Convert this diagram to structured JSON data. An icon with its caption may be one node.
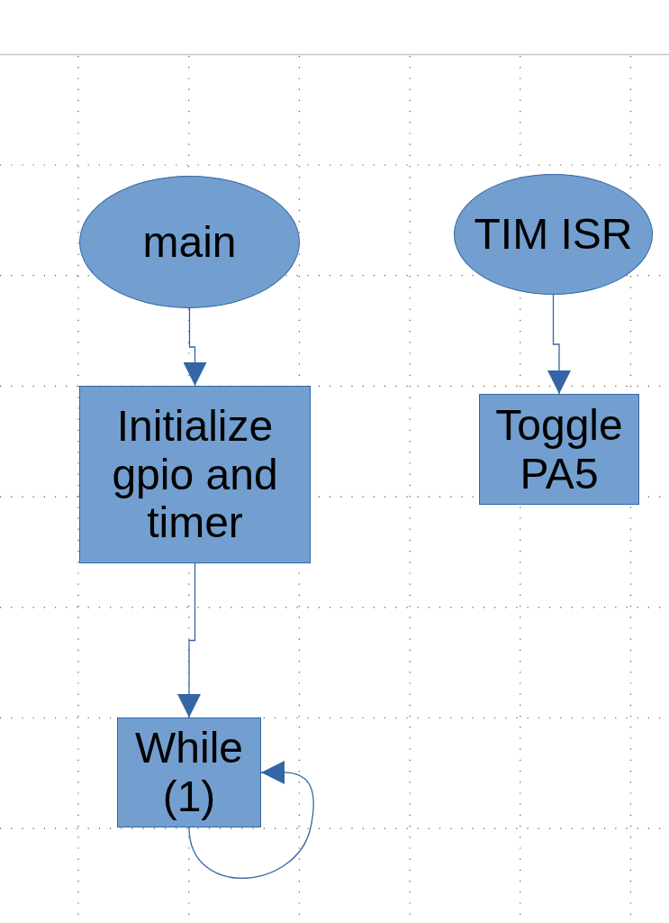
{
  "diagram": {
    "nodes": [
      {
        "text": [
          "main"
        ]
      },
      {
        "text": [
          "Initialize gpio and timer"
        ]
      },
      {
        "text": [
          "While (1)"
        ]
      },
      {
        "text": [
          "TIM ISR"
        ]
      },
      {
        "text": [
          "Toggle PA5"
        ]
      }
    ],
    "edges": [
      {
        "from": 0,
        "to": 1,
        "arrow": "to"
      },
      {
        "from": 1,
        "to": 2,
        "arrow": "to"
      },
      {
        "from": 2,
        "to": 2,
        "arrow": "to"
      },
      {
        "from": 3,
        "to": 4,
        "arrow": "to"
      }
    ]
  }
}
